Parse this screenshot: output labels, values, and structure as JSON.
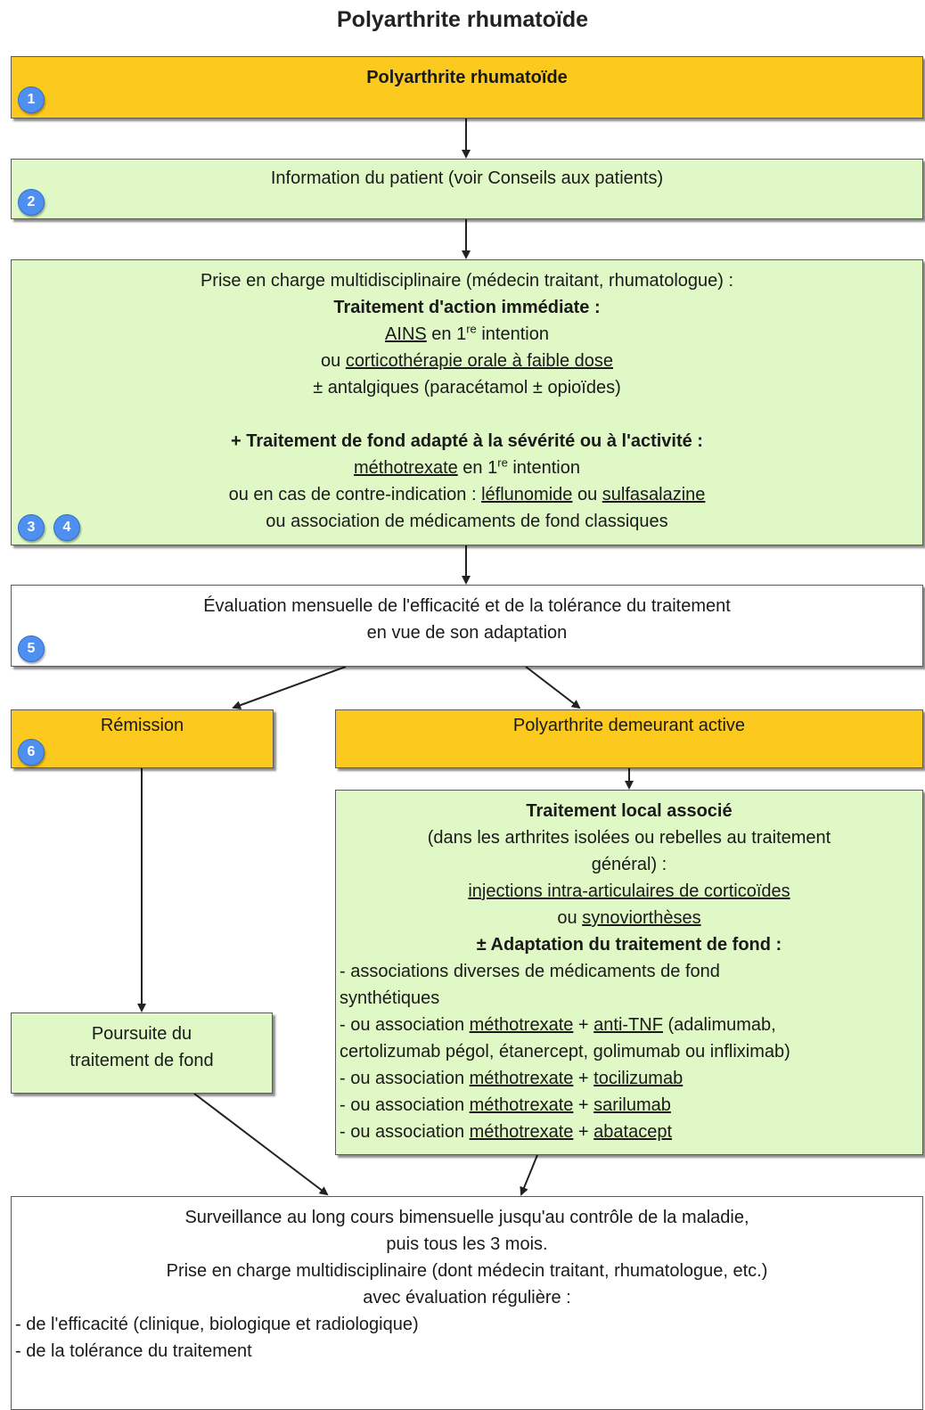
{
  "title": "Polyarthrite rhumatoïde",
  "badges": [
    "1",
    "2",
    "3",
    "4",
    "5",
    "6"
  ],
  "box_pr": {
    "label": "Polyarthrite rhumatoïde"
  },
  "box_info": {
    "text": "Information du patient (voir Conseils aux patients)"
  },
  "box_prise": {
    "intro": "Prise en charge multidisciplinaire (médecin traitant, rhumatologue) :",
    "immediate_title": "Traitement d'action immédiate :",
    "aines": "AINS",
    "en": " en 1",
    "sup_re": "re",
    "intention": " intention",
    "ou": "ou ",
    "cortico": "corticothérapie orale à faible dose",
    "antalgiques": "± antalgiques (paracétamol ± opioïdes)",
    "fond_title": "+ Traitement de fond adapté à la sévérité ou à l'activité :",
    "methotrexate": "méthotrexate",
    "contre_indication": "ou en cas de contre-indication : ",
    "leflunomide": "léflunomide",
    "ou_mid": " ou ",
    "sulfasalazine": "sulfasalazine",
    "association": "ou association de médicaments de fond classiques"
  },
  "box_eval": {
    "line1": "Évaluation mensuelle de l'efficacité et de la tolérance du traitement",
    "line2": "en vue de son adaptation"
  },
  "box_remission": {
    "label": "Rémission"
  },
  "box_active": {
    "label": "Polyarthrite demeurant active"
  },
  "box_local": {
    "title": "Traitement local associé",
    "l1": "(dans les arthrites isolées ou rebelles au traitement",
    "l2": "général) :",
    "injections": "injections intra-articulaires de corticoïdes",
    "ou": "ou ",
    "synovio": "synoviorthèses",
    "adapt_title": "± Adaptation du traitement de fond :",
    "a1": "- associations diverses de médicaments de fond",
    "a1b": "synthétiques",
    "dash_ou": "- ou association ",
    "methotrexate": "méthotrexate",
    "plus": " + ",
    "antitnf": "anti-TNF",
    "antitnf_rest": " (adalimumab,",
    "a2b": "certolizumab pégol, étanercept, golimumab ou infliximab)",
    "tocilizumab": "tocilizumab",
    "sarilumab": "sarilumab",
    "abatacept": "abatacept"
  },
  "box_poursuite": {
    "l1": "Poursuite du",
    "l2": "traitement de fond"
  },
  "box_surv": {
    "l1": "Surveillance au long cours bimensuelle jusqu'au contrôle de la maladie,",
    "l2": "puis tous les 3 mois.",
    "l3": "Prise en charge multidisciplinaire (dont médecin traitant, rhumatologue, etc.)",
    "l4": "avec évaluation régulière :",
    "l5": "- de l'efficacité (clinique, biologique et radiologique)",
    "l6": "- de la tolérance du traitement"
  },
  "colors": {
    "orange": "#fcc91e",
    "green": "#dff8c5",
    "badge": "#4f8ff0"
  }
}
